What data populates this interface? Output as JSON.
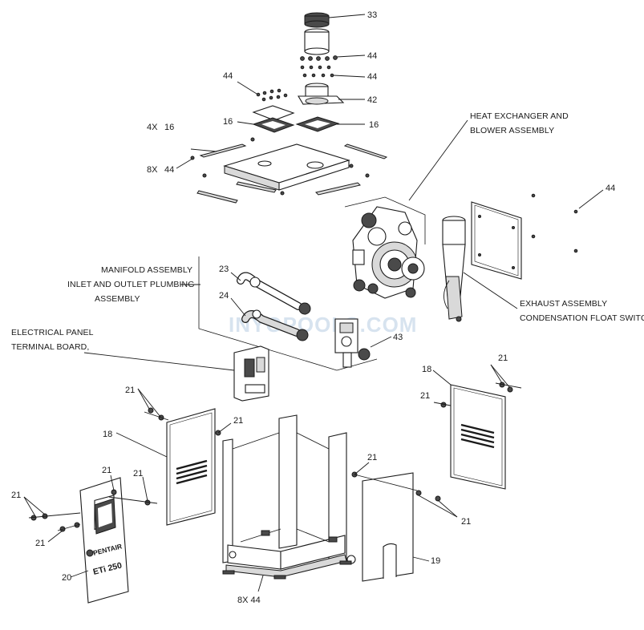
{
  "labels": {
    "part_33": "33",
    "part_44_top1": "44",
    "part_44_top2": "44",
    "part_44_left": "44",
    "part_42": "42",
    "part_16_a": "16",
    "part_16_b": "16",
    "part_4x": "4X",
    "part_16_c": "16",
    "part_8x": "8X",
    "part_44_c": "44",
    "heat_exchanger_line1": "HEAT EXCHANGER AND",
    "heat_exchanger_line2": "BLOWER ASSEMBLY",
    "part_44_right": "44",
    "manifold_line1": "MANIFOLD ASSEMBLY",
    "manifold_line2": "INLET AND OUTLET PLUMBING",
    "manifold_line3": "ASSEMBLY",
    "part_23": "23",
    "part_24": "24",
    "exhaust_line1": "EXHAUST ASSEMBLY",
    "exhaust_line2": "CONDENSATION FLOAT SWITCH",
    "electrical_line1": "ELECTRICAL PANEL",
    "electrical_line2": "TERMINAL BOARD,",
    "part_43": "43",
    "part_21_rtop": "21",
    "part_18_right": "18",
    "part_21_rmid": "21",
    "part_21_ltop": "21",
    "part_21_lmid": "21",
    "part_18_left": "18",
    "part_21_c1": "21",
    "part_21_c2": "21",
    "part_21_far_left": "21",
    "part_21_left_low": "21",
    "part_20": "20",
    "part_21_center": "21",
    "part_21_rlow": "21",
    "part_19": "19",
    "part_8x44": "8X 44"
  },
  "logo": {
    "brand": "PENTAIR",
    "model": "ETi 250"
  },
  "watermark": "INYOPOOLS.COM"
}
